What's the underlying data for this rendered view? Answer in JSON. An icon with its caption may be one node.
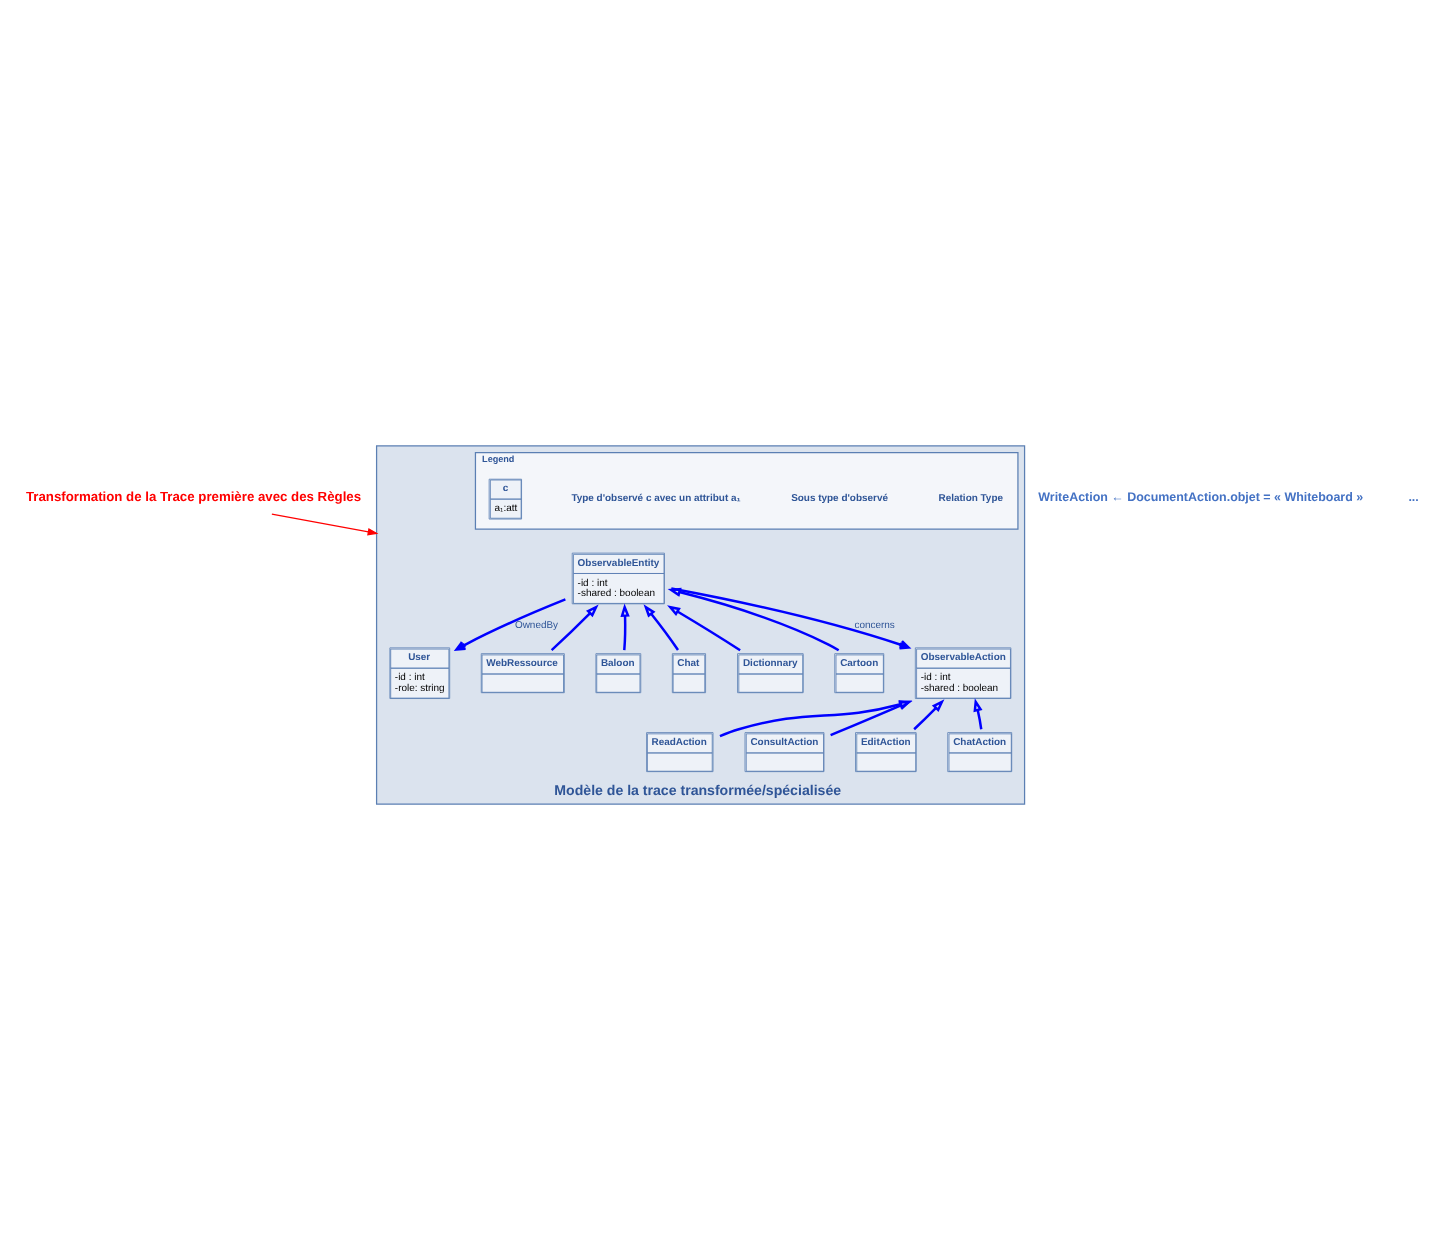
{
  "diagram": {
    "nodes": [
      {
        "text": [
          "Transformation de la Trace première avec des Règles"
        ]
      },
      {
        "text": [
          "Modèle de la trace transformée/spécialisée"
        ]
      },
      {
        "text": [
          "Legend"
        ],
        "in": 1
      },
      {
        "text": [
          "c",
          "a₁:att"
        ],
        "in": 2
      },
      {
        "text": [
          "ObservableEntity",
          "-id : int",
          "-shared : boolean"
        ],
        "in": 1
      },
      {
        "text": [
          "User",
          "-id : int",
          "-role: string"
        ],
        "in": 1
      },
      {
        "text": [
          "WebRessource"
        ],
        "in": 1
      },
      {
        "text": [
          "Baloon"
        ],
        "in": 1
      },
      {
        "text": [
          "Chat"
        ],
        "in": 1
      },
      {
        "text": [
          "Dictionnary"
        ],
        "in": 1
      },
      {
        "text": [
          "Cartoon"
        ],
        "in": 1
      },
      {
        "text": [
          "ObservableAction",
          "-id : int",
          "-shared : boolean"
        ],
        "in": 1
      },
      {
        "text": [
          "ReadAction"
        ],
        "in": 1
      },
      {
        "text": [
          "ConsultAction"
        ],
        "in": 1
      },
      {
        "text": [
          "EditAction"
        ],
        "in": 1
      },
      {
        "text": [
          "ChatAction"
        ],
        "in": 1
      }
    ],
    "edges": [
      {
        "from": 0,
        "to": 1,
        "arrow": "to",
        "color": "#ff0000"
      },
      {
        "from": 4,
        "to": 5,
        "arrow": "to",
        "label": "OwnedBy"
      },
      {
        "from": 6,
        "to": 4,
        "arrow": "to"
      },
      {
        "from": 4,
        "to": 11,
        "arrow": "to",
        "label": "concerns"
      },
      {
        "from": 7,
        "to": 4,
        "arrow": "to"
      },
      {
        "from": 8,
        "to": 4,
        "arrow": "to"
      },
      {
        "from": 9,
        "to": 4,
        "arrow": "to"
      },
      {
        "from": 10,
        "to": 4,
        "arrow": "to"
      },
      {
        "from": 12,
        "to": 11,
        "arrow": "to"
      },
      {
        "from": 13,
        "to": 11,
        "arrow": "to"
      },
      {
        "from": 14,
        "to": 11,
        "arrow": "to"
      },
      {
        "from": 15,
        "to": 11,
        "arrow": "to"
      }
    ],
    "labels": [
      "WriteAction ← DocumentAction.objet = « Whiteboard »",
      "..."
    ],
    "legend": [
      {
        "text": "Type d'observé c avec un attribut a₁"
      },
      {
        "text": "Sous type d'observé"
      },
      {
        "text": "Relation Type"
      }
    ]
  }
}
